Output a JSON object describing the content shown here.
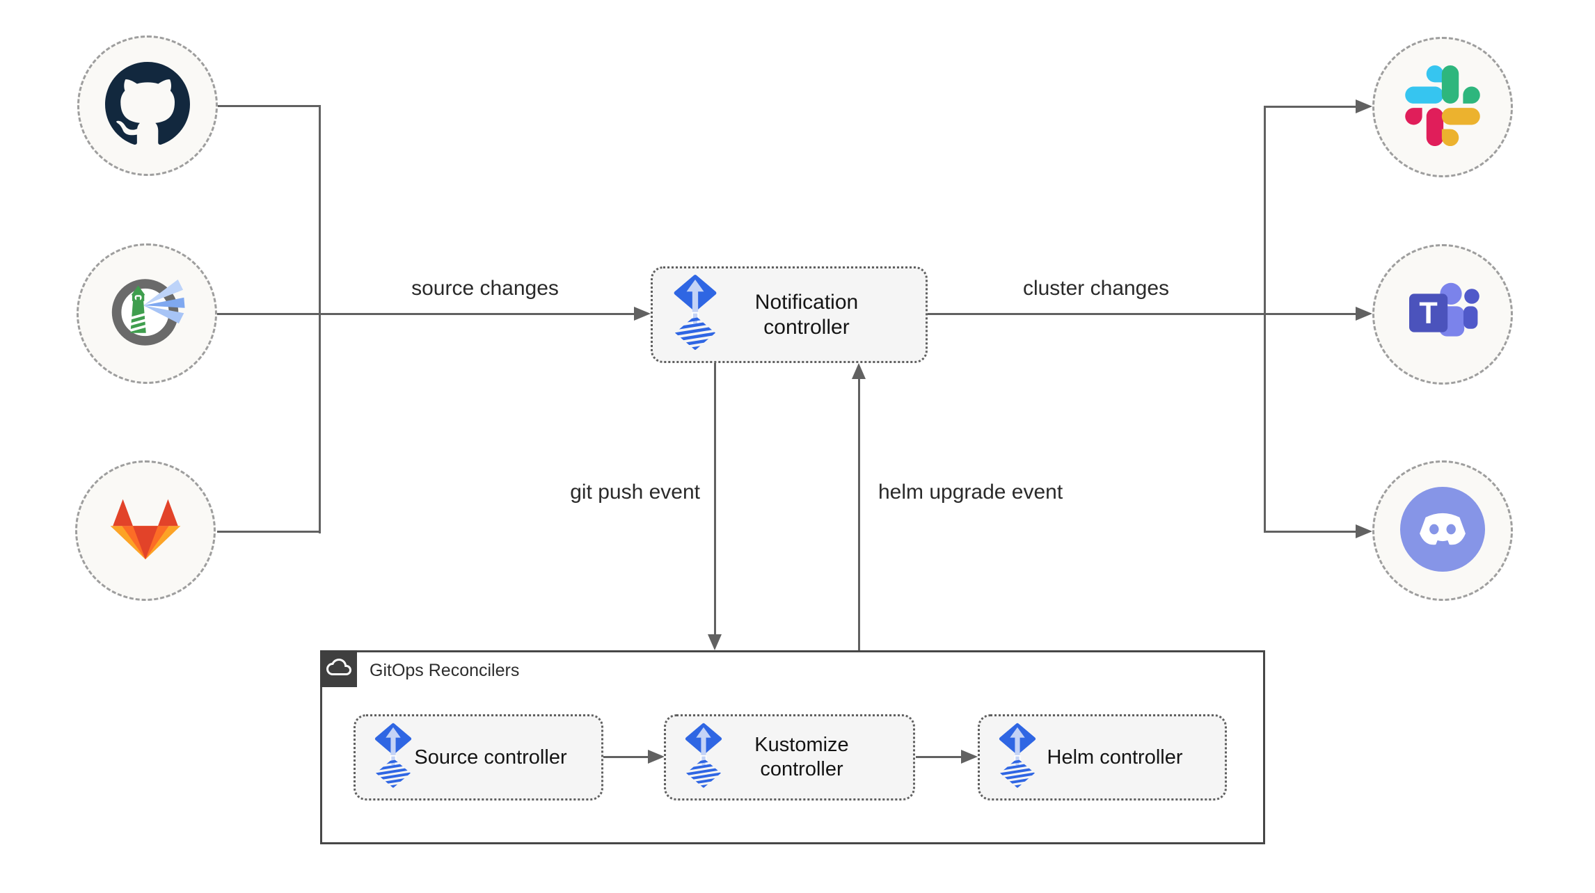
{
  "notification": {
    "label": "Notification controller",
    "icon": "flux-icon"
  },
  "edges": {
    "source_changes": "source changes",
    "cluster_changes": "cluster changes",
    "git_push": "git push event",
    "helm_upgrade": "helm upgrade event"
  },
  "reconcilers": {
    "title": "GitOps Reconcilers",
    "icon": "cloud-icon",
    "controllers": [
      {
        "label": "Source controller",
        "icon": "flux-icon"
      },
      {
        "label": "Kustomize controller",
        "icon": "flux-icon"
      },
      {
        "label": "Helm controller",
        "icon": "flux-icon"
      }
    ]
  },
  "sources": [
    {
      "icon": "github-icon"
    },
    {
      "icon": "harbor-icon"
    },
    {
      "icon": "gitlab-icon"
    }
  ],
  "notifiers": [
    {
      "icon": "slack-icon"
    },
    {
      "icon": "ms-teams-icon"
    },
    {
      "icon": "discord-icon"
    }
  ],
  "colors": {
    "flux_blue": "#2f66e3",
    "flux_arrow_light": "#c4d3f6",
    "connector_gray": "#616161",
    "box_fill": "#f5f5f5",
    "circle_fill": "#faf9f6",
    "container_border": "#474747",
    "badge_bg": "#3f3f3f",
    "slack_blue": "#36C5F0",
    "slack_green": "#2EB67D",
    "slack_yellow": "#ECB22E",
    "slack_red": "#E01E5A",
    "gitlab_red": "#e24329",
    "gitlab_orange": "#fc6d26",
    "gitlab_yellow": "#fca326",
    "teams_indigo": "#4b53bc",
    "teams_light": "#7b83eb",
    "teams_mid": "#5059c9",
    "discord_blurple": "#8695e7",
    "github_dark": "#12283e",
    "harbor_green": "#3f9e4e"
  }
}
